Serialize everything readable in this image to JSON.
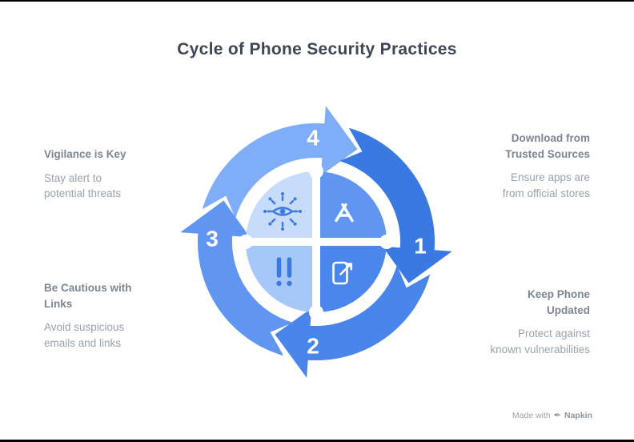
{
  "title": "Cycle of Phone Security Practices",
  "steps": [
    {
      "number": "1",
      "icon": "app-store-icon",
      "color": "#3b79e2",
      "quadrant_color": "#6096f1",
      "icon_color": "#ffffff",
      "heading": [
        "Download from",
        "Trusted Sources"
      ],
      "body": [
        "Ensure apps are",
        "from official stores"
      ]
    },
    {
      "number": "2",
      "icon": "phone-update-icon",
      "color": "#4a85ec",
      "quadrant_color": "#4a86ec",
      "icon_color": "#ffffff",
      "heading": [
        "Keep Phone",
        "Updated"
      ],
      "body": [
        "Protect against",
        "known vulnerabilities"
      ]
    },
    {
      "number": "3",
      "icon": "double-exclamation-warning-icon",
      "color": "#6096f1",
      "quadrant_color": "#a6c8f9",
      "icon_color": "#3b79e2",
      "heading": [
        "Be Cautious with",
        "Links"
      ],
      "body": [
        "Avoid suspicious",
        "emails and links"
      ]
    },
    {
      "number": "4",
      "icon": "threat-watch-eye-icon",
      "color": "#7fadf8",
      "quadrant_color": "#c7dbfb",
      "icon_color": "#3b79e2",
      "heading": [
        "Vigilance is Key"
      ],
      "body": [
        "Stay alert to",
        "potential threats"
      ]
    }
  ],
  "watermark": {
    "prefix": "Made with",
    "icon_glyph": "✒",
    "brand": "Napkin"
  },
  "colors": {
    "background": "#ffffff",
    "title_text": "#3e4754",
    "heading_text": "#7d858f",
    "body_text": "#99a1ab",
    "number_text": "#ffffff"
  }
}
